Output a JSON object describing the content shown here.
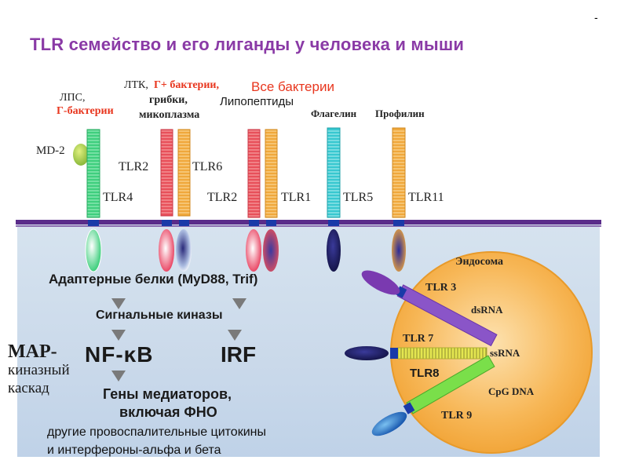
{
  "title": "TLR семейство и его лиганды у человека и мыши",
  "corner_mark": "-",
  "ligands": {
    "lps": "ЛПС,",
    "gram_neg": "Г-бактерии",
    "md2": "MD-2",
    "ltk": "ЛТК,",
    "gram_pos": "Г+ бактерии,",
    "fungi": "грибки,",
    "mycoplasma": "микоплазма",
    "all_bacteria": "Все бактерии",
    "lipopeptides": "Липопептиды",
    "flagellin": "Флагелин",
    "profilin": "Профилин"
  },
  "receptors": {
    "tlr4": "TLR4",
    "tlr2a": "TLR2",
    "tlr6": "TLR6",
    "tlr2b": "TLR2",
    "tlr1": "TLR1",
    "tlr5": "TLR5",
    "tlr11": "TLR11"
  },
  "pathway": {
    "adapters": "Адаптерные белки (MyD88, Trif)",
    "kinases": "Сигнальные киназы",
    "nfkb": "NF-ĸB",
    "irf": "IRF",
    "mediator_genes_1": "Гены медиаторов,",
    "mediator_genes_2": "включая ФНО",
    "map_1": "MAP-",
    "map_2": "киназный",
    "map_3": "каскад",
    "cytokines_1": "другие провоспалительные цитокины",
    "cytokines_2": "и интерфероны-альфа и бета"
  },
  "endosome": {
    "label": "Эндосома",
    "tlr3": "TLR 3",
    "dsrna": "dsRNA",
    "tlr7": "TLR 7",
    "ssrna": "ssRNA",
    "tlr8": "TLR8",
    "cpg": "CpG DNA",
    "tlr9": "TLR 9"
  },
  "colors": {
    "title": "#8a3aa6",
    "membrane": "#5a2c8a",
    "red_text": "#e8361e",
    "endosome": "#f7b24e",
    "green_receptor": "#3fcf7e",
    "red_receptor": "#e85a5a",
    "orange_receptor": "#f2b04a",
    "cyan_receptor": "#3fd0d6",
    "purple_receptor": "#8a55c8",
    "yellow_receptor": "#e8ea5a",
    "green_tlr9": "#7adf4a"
  }
}
